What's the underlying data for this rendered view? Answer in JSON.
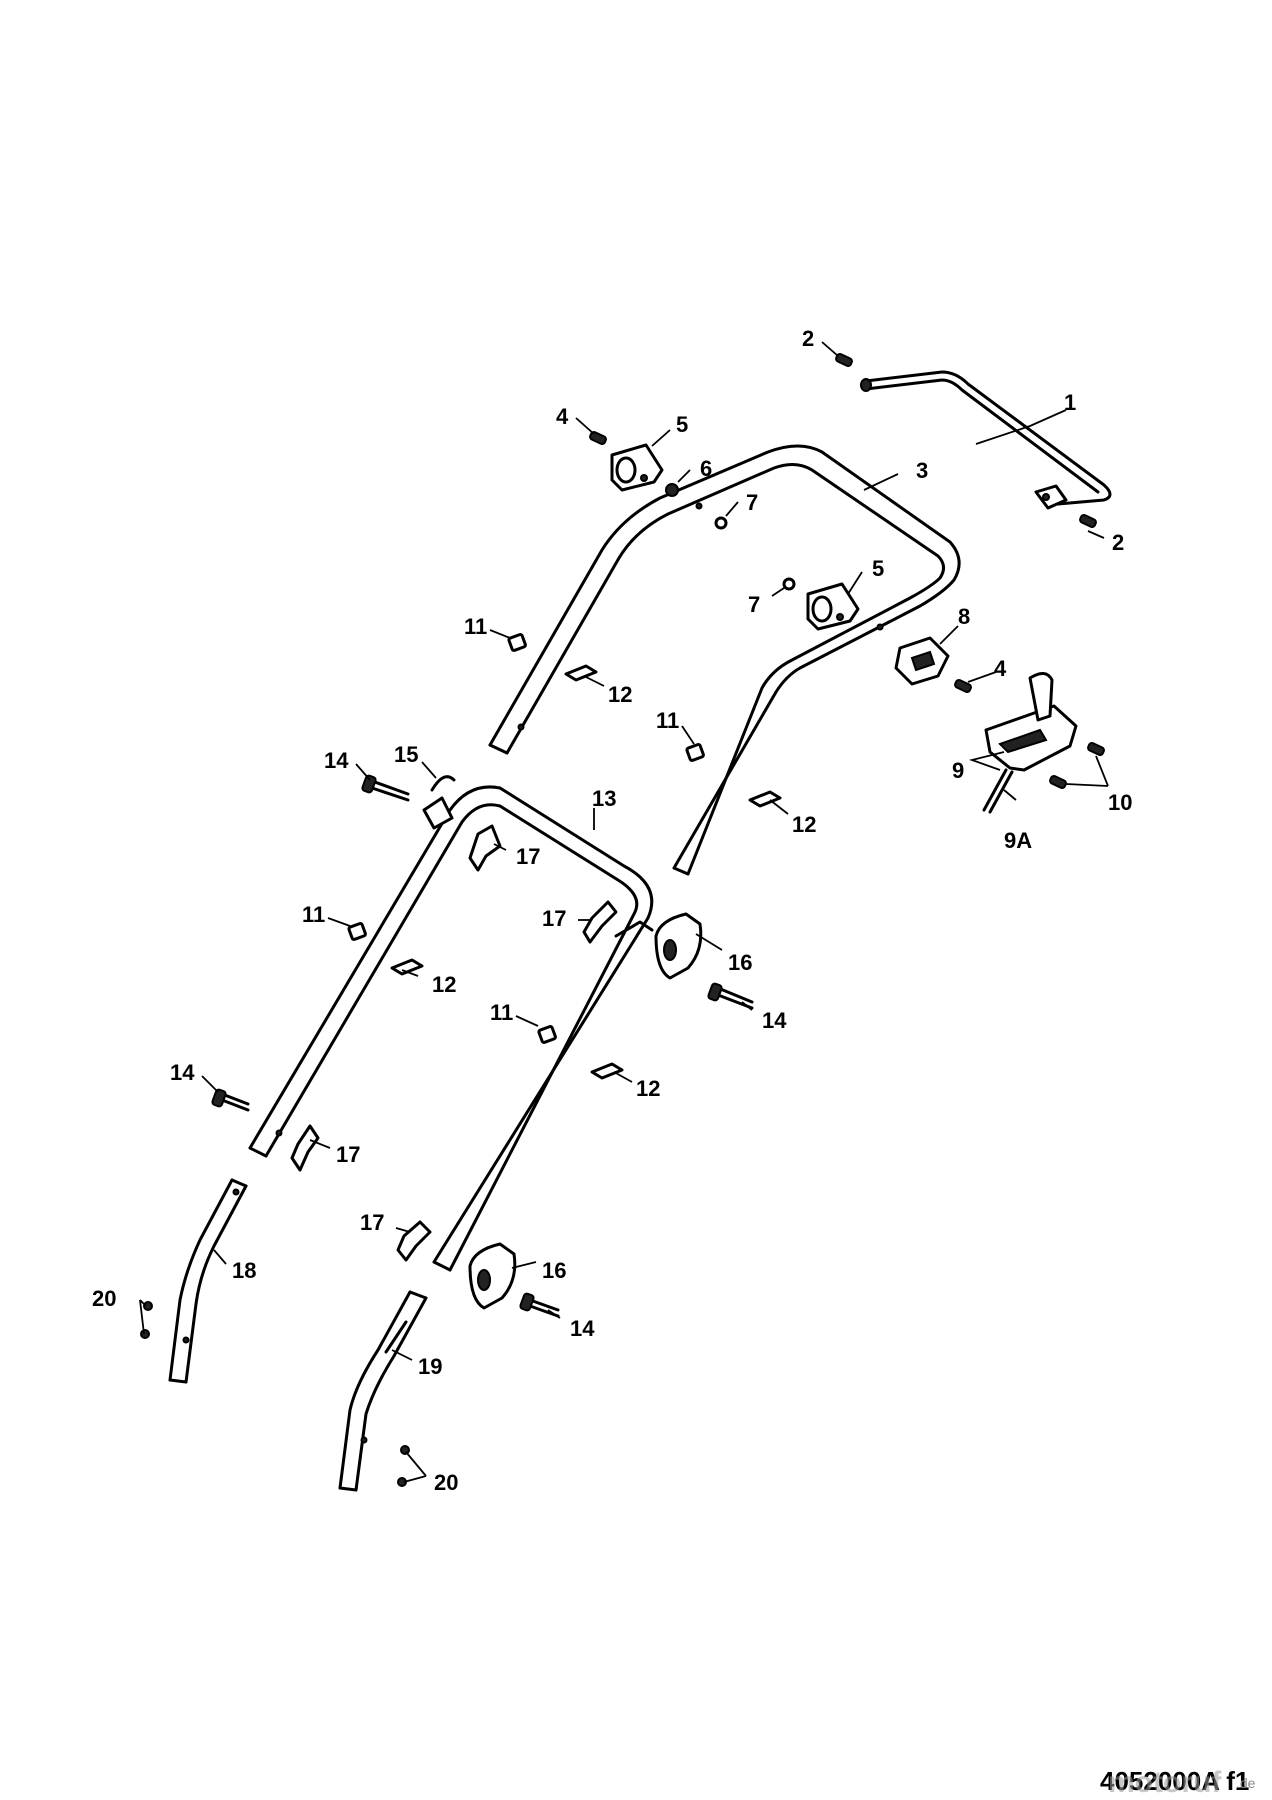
{
  "diagram": {
    "drawing_code": "4052000A f1",
    "watermark": "motoruf",
    "watermark_domain": ".de",
    "callouts": {
      "c1": "1",
      "c2a": "2",
      "c2b": "2",
      "c3": "3",
      "c4a": "4",
      "c4b": "4",
      "c5a": "5",
      "c5b": "5",
      "c6": "6",
      "c7a": "7",
      "c7b": "7",
      "c8": "8",
      "c9": "9",
      "c9a": "9A",
      "c10": "10",
      "c11a": "11",
      "c11b": "11",
      "c11c": "11",
      "c11d": "11",
      "c12a": "12",
      "c12b": "12",
      "c12c": "12",
      "c12d": "12",
      "c13": "13",
      "c14a": "14",
      "c14b": "14",
      "c14c": "14",
      "c14d": "14",
      "c15": "15",
      "c16a": "16",
      "c16b": "16",
      "c17a": "17",
      "c17b": "17",
      "c17c": "17",
      "c17d": "17",
      "c18": "18",
      "c19": "19",
      "c20a": "20",
      "c20b": "20"
    }
  }
}
